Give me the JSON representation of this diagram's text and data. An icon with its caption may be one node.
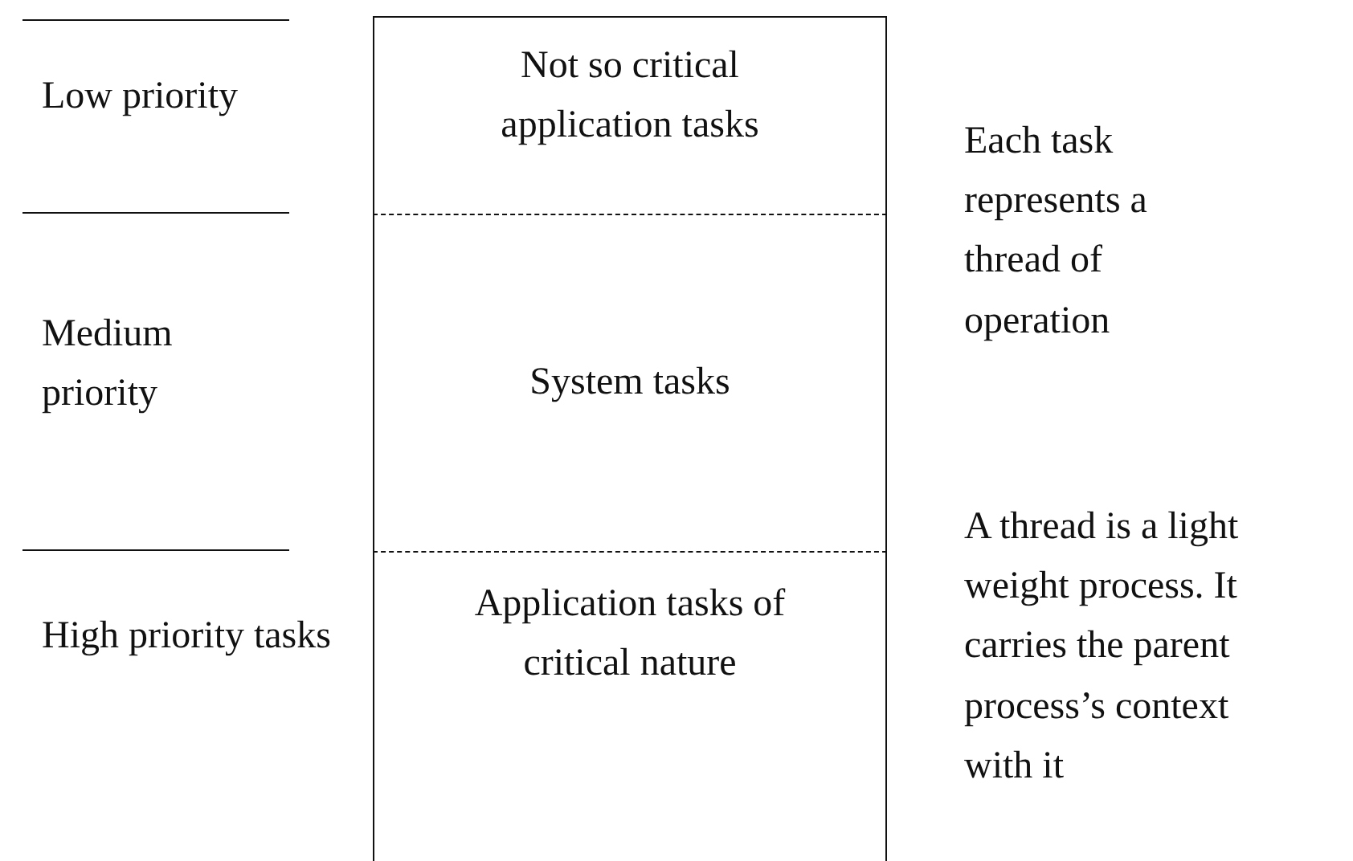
{
  "diagram": {
    "nodes": [
      {
        "text": [
          "Not so critical application tasks"
        ]
      },
      {
        "text": [
          "System tasks"
        ]
      },
      {
        "text": [
          "Application tasks of critical nature"
        ]
      }
    ],
    "labels": [
      "Low priority",
      "Medium priority",
      "High priority tasks",
      "Each task represents a thread of operation",
      "A thread is a light weight process. It carries the parent process’s context with it"
    ]
  }
}
